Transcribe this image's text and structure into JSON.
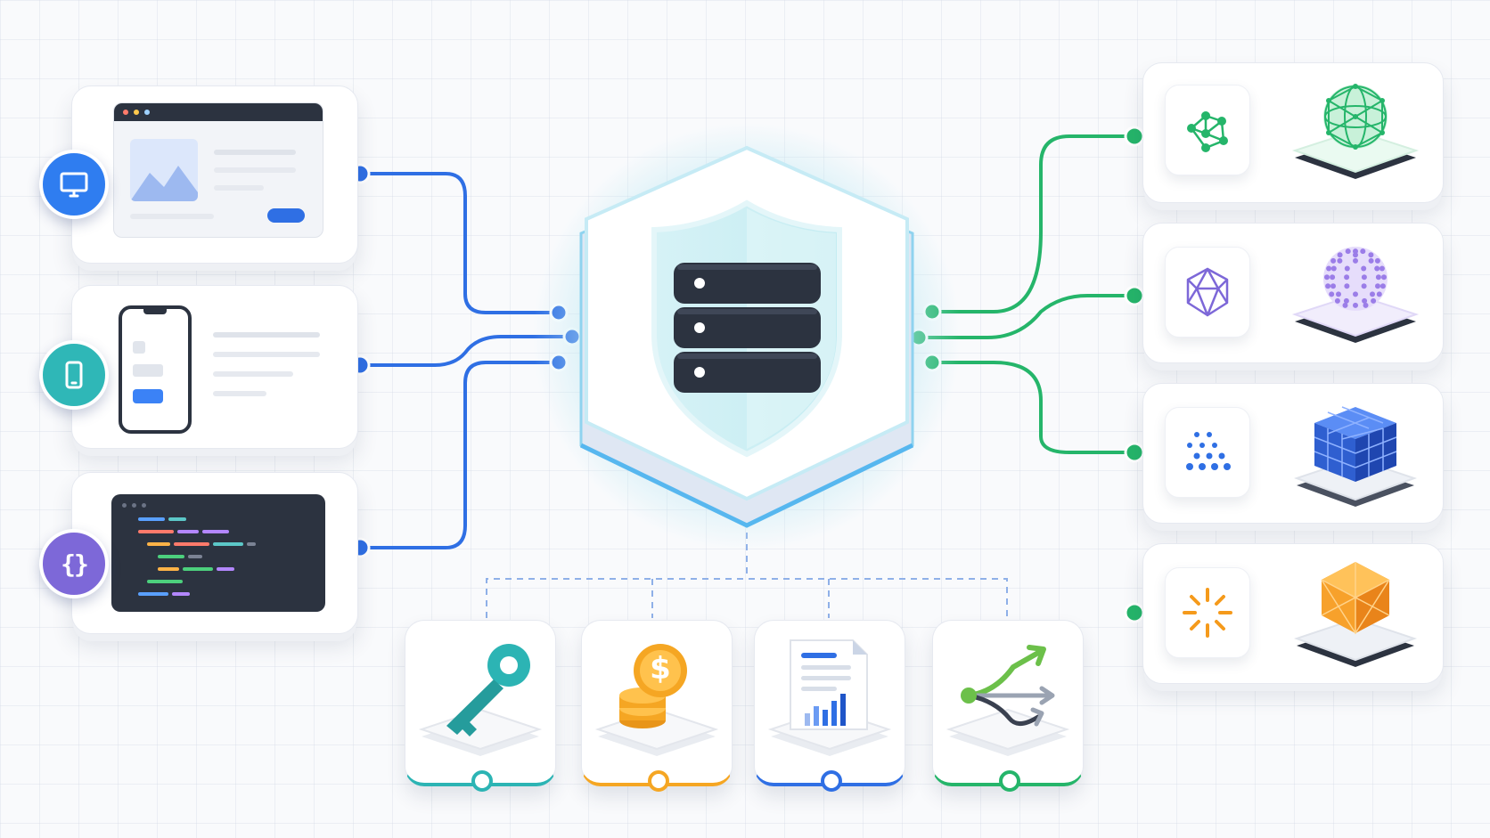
{
  "colors": {
    "blue": "#2f6fe4",
    "green": "#25b56a",
    "teal": "#2cb4b4",
    "purple": "#7d68d8",
    "orange": "#f5a623",
    "navy": "#2c3340",
    "hub_glow": "#bfe9f3"
  },
  "badges": {
    "web": {
      "icon": "monitor-icon"
    },
    "mobile": {
      "icon": "smartphone-icon"
    },
    "api": {
      "icon": "curly-braces-icon",
      "glyph": "{}"
    }
  },
  "right_nodes": [
    {
      "icon": "network-graph-icon",
      "model": "green-geodesic-sphere"
    },
    {
      "icon": "purple-polyhedron-icon",
      "model": "purple-dot-sphere"
    },
    {
      "icon": "blue-dot-grid-icon",
      "model": "blue-cube-stack"
    },
    {
      "icon": "orange-spark-icon",
      "model": "orange-crystal"
    }
  ],
  "services": [
    {
      "icon": "key-icon",
      "accent": "#2cb4b4"
    },
    {
      "icon": "dollar-coins-icon",
      "accent": "#f5a623",
      "glyph": "$"
    },
    {
      "icon": "report-chart-icon",
      "accent": "#2f6fe4"
    },
    {
      "icon": "branching-arrows-icon",
      "accent": "#25b56a"
    }
  ]
}
